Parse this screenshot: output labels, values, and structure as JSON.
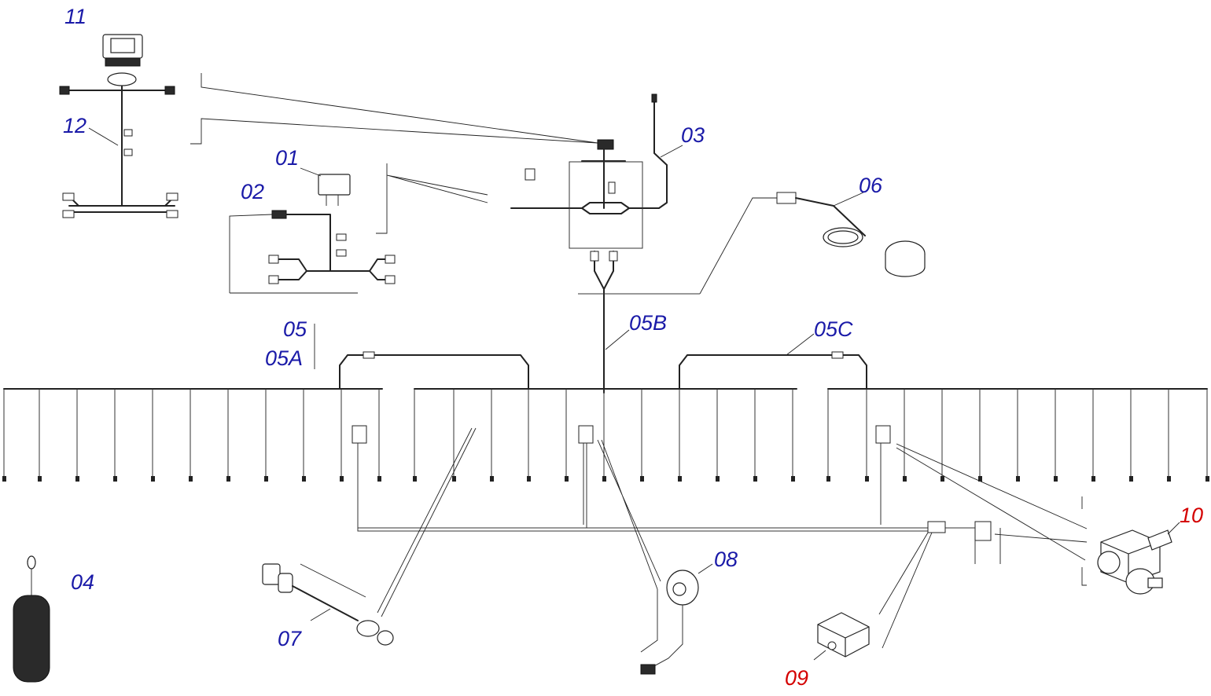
{
  "colors": {
    "callout_blue": "#1a1aa8",
    "callout_red": "#d40000",
    "line": "#222222"
  },
  "callouts": {
    "c11": "11",
    "c12": "12",
    "c01": "01",
    "c02": "02",
    "c03": "03",
    "c06": "06",
    "c05": "05",
    "c05a": "05A",
    "c05b": "05B",
    "c05c": "05C",
    "c04": "04",
    "c07": "07",
    "c08": "08",
    "c09": "09",
    "c10": "10"
  }
}
